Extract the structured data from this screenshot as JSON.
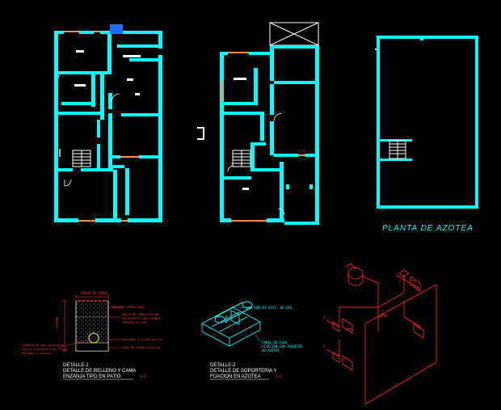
{
  "colors": {
    "background": "#000000",
    "walls": "#00ffff",
    "text": "#00ffff",
    "detail_text": "#ffffff",
    "annotation": "#ff3333",
    "yellow": "#ffff00",
    "gas_lines": "#ff2020",
    "accent_blue": "#1e6bff",
    "door_orange": "#ff9050"
  },
  "plans": {
    "roof_title": "PLANTA DE AZOTEA"
  },
  "detail1": {
    "top_label": "ANCHO DE ZANJA",
    "right_notes": [
      "RELLENO COMPACTADO",
      "MALLA DE SEÑALIZACION",
      "COLOR ROJO CON LEYENDA",
      "TUBERIA DE GAS",
      "concreto F'c=100 kg/cm2",
      "CAMA DE ARENA H=10 cms"
    ],
    "left_notes": [
      "Tuberia de gas protegida",
      "contra corrosión con cinta",
      "Polikén o similar"
    ],
    "side_label": "PROFUND.",
    "caption_lines": [
      "DETALLE-1",
      "DETALLE DE RELLENO Y CAMA",
      "ENZANJA TIPO EN PATIO"
    ],
    "scale": "S/E"
  },
  "detail2": {
    "pipe_label": "TUBO DE DIST. DE GAS",
    "channel_notes": [
      "CANAL DE 51mm",
      "FIJACION CON TAQUETES",
      "EN AZOTEA"
    ],
    "caption_lines": [
      "DETALLE-2",
      "DETALLE DE SOPORTERIA Y",
      "FIJACION EN AZOTEA"
    ],
    "scale": "S/E"
  },
  "isometric": {
    "appliance_label": "C"
  }
}
